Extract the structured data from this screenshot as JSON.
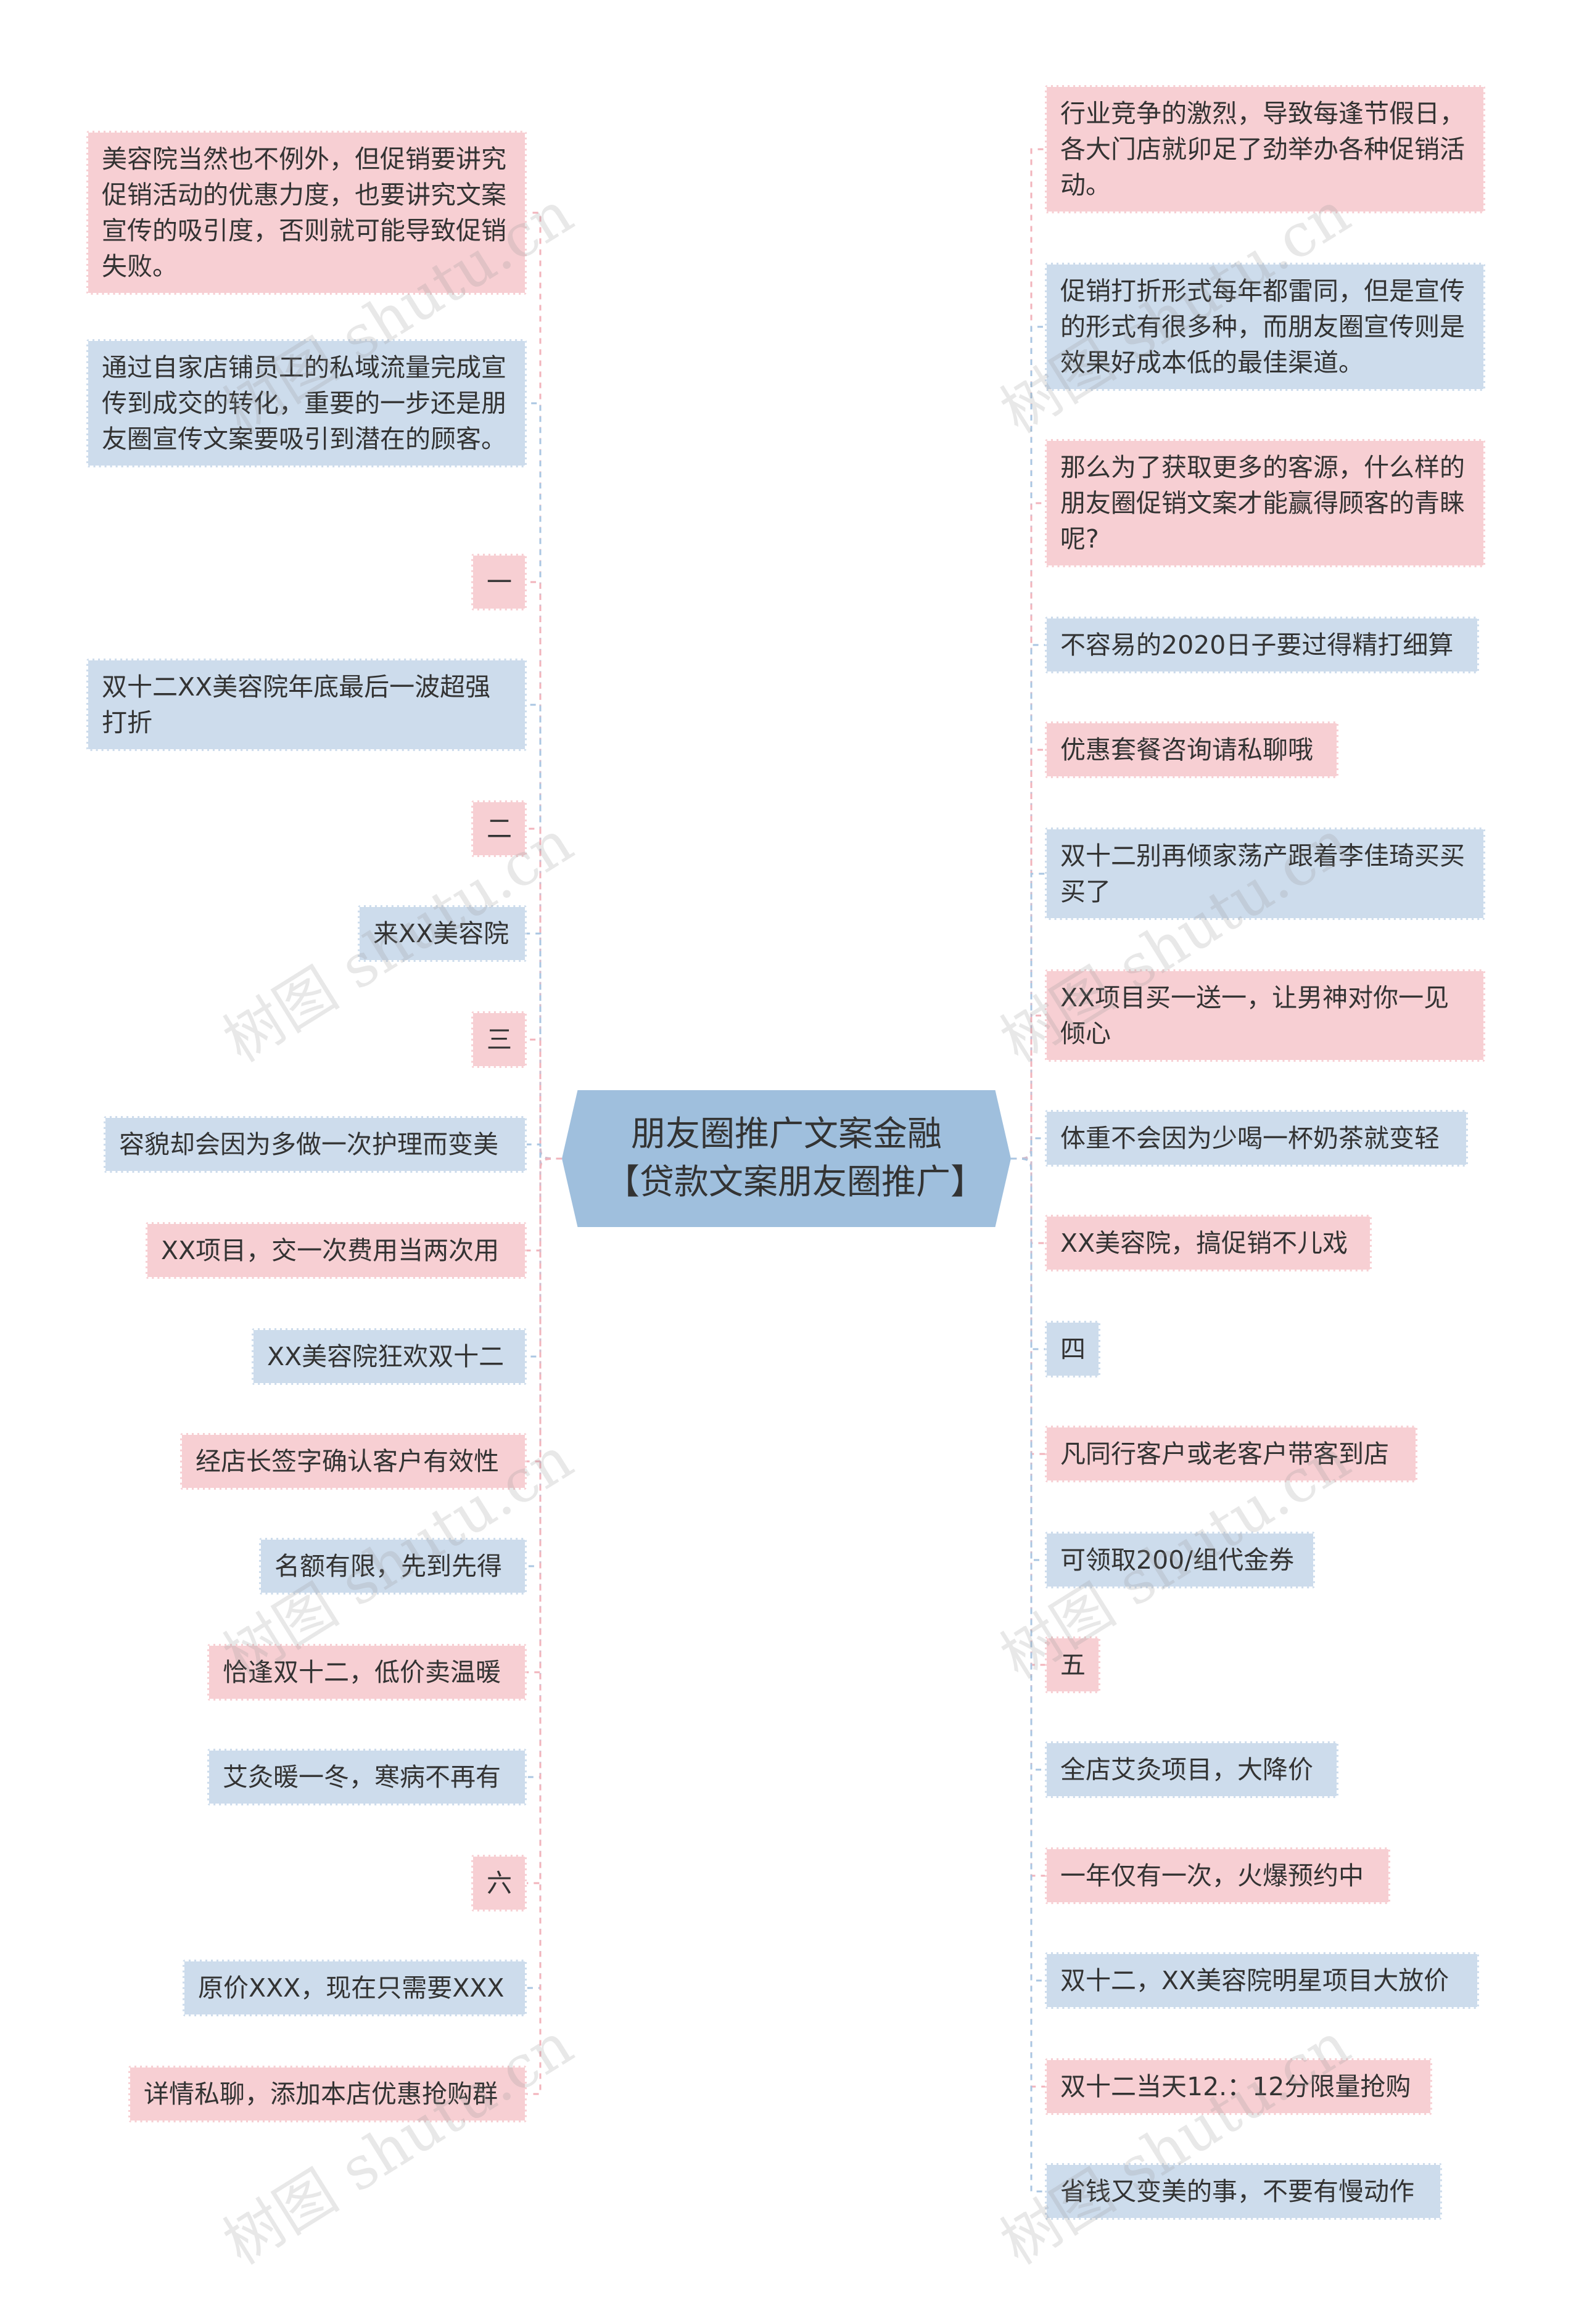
{
  "center": {
    "title": "朋友圈推广文案金融【贷款文案朋友圈推广】"
  },
  "colors": {
    "pink": "#f7cfd3",
    "blue": "#cddcec",
    "center": "#9fbfdd",
    "line_pink": "#f2b3bb",
    "line_blue": "#aac6e2"
  },
  "left_nodes": [
    {
      "text": "美容院当然也不例外，但促销要讲究促销活动的优惠力度，也要讲究文案宣传的吸引度，否则就可能导致促销失败。",
      "color": "pink"
    },
    {
      "text": "通过自家店铺员工的私域流量完成宣传到成交的转化，重要的一步还是朋友圈宣传文案要吸引到潜在的顾客。",
      "color": "blue"
    },
    {
      "text": "一",
      "color": "pink"
    },
    {
      "text": "双十二XX美容院年底最后一波超强打折",
      "color": "blue"
    },
    {
      "text": "二",
      "color": "pink"
    },
    {
      "text": "来XX美容院",
      "color": "blue"
    },
    {
      "text": "三",
      "color": "pink"
    },
    {
      "text": "容貌却会因为多做一次护理而变美",
      "color": "blue"
    },
    {
      "text": "XX项目，交一次费用当两次用",
      "color": "pink"
    },
    {
      "text": "XX美容院狂欢双十二",
      "color": "blue"
    },
    {
      "text": "经店长签字确认客户有效性",
      "color": "pink"
    },
    {
      "text": "名额有限，先到先得",
      "color": "blue"
    },
    {
      "text": "恰逢双十二，低价卖温暖",
      "color": "pink"
    },
    {
      "text": "艾灸暖一冬，寒病不再有",
      "color": "blue"
    },
    {
      "text": "六",
      "color": "pink"
    },
    {
      "text": "原价XXX，现在只需要XXX",
      "color": "blue"
    },
    {
      "text": "详情私聊，添加本店优惠抢购群",
      "color": "pink"
    }
  ],
  "right_nodes": [
    {
      "text": "行业竞争的激烈，导致每逢节假日，各大门店就卯足了劲举办各种促销活动。",
      "color": "pink"
    },
    {
      "text": "促销打折形式每年都雷同，但是宣传的形式有很多种，而朋友圈宣传则是效果好成本低的最佳渠道。",
      "color": "blue"
    },
    {
      "text": "那么为了获取更多的客源，什么样的朋友圈促销文案才能赢得顾客的青睐呢?",
      "color": "pink"
    },
    {
      "text": "不容易的2020日子要过得精打细算",
      "color": "blue"
    },
    {
      "text": "优惠套餐咨询请私聊哦",
      "color": "pink"
    },
    {
      "text": "双十二别再倾家荡产跟着李佳琦买买买了",
      "color": "blue"
    },
    {
      "text": "XX项目买一送一，让男神对你一见倾心",
      "color": "pink"
    },
    {
      "text": "体重不会因为少喝一杯奶茶就变轻",
      "color": "blue"
    },
    {
      "text": "XX美容院，搞促销不儿戏",
      "color": "pink"
    },
    {
      "text": "四",
      "color": "blue"
    },
    {
      "text": "凡同行客户或老客户带客到店",
      "color": "pink"
    },
    {
      "text": "可领取200/组代金券",
      "color": "blue"
    },
    {
      "text": "五",
      "color": "pink"
    },
    {
      "text": "全店艾灸项目，大降价",
      "color": "blue"
    },
    {
      "text": "一年仅有一次，火爆预约中",
      "color": "pink"
    },
    {
      "text": "双十二，XX美容院明星项目大放价",
      "color": "blue"
    },
    {
      "text": "双十二当天12.：12分限量抢购",
      "color": "pink"
    },
    {
      "text": "省钱又变美的事，不要有慢动作",
      "color": "blue"
    }
  ],
  "watermark": "树图 shutu.cn"
}
